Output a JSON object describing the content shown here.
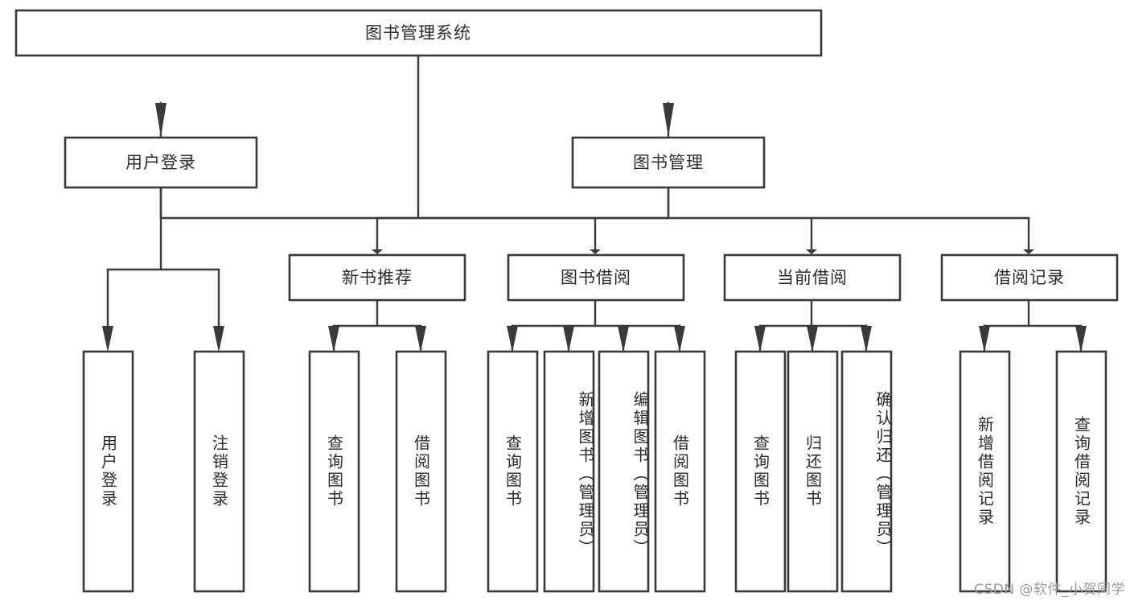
{
  "diagram": {
    "title": "图书管理系统",
    "type": "tree-hierarchy-chart",
    "orientation": "top-down",
    "colors": {
      "box_fill": "#ffffff",
      "box_stroke": "#3a3a3a",
      "text": "#2b2b2b",
      "watermark": "#9a9a9a",
      "background": "#ffffff"
    },
    "root": {
      "label": "图书管理系统"
    },
    "level2": [
      {
        "label": "用户登录"
      },
      {
        "label": "图书管理"
      }
    ],
    "level3": [
      {
        "label": "新书推荐"
      },
      {
        "label": "图书借阅"
      },
      {
        "label": "当前借阅"
      },
      {
        "label": "借阅记录"
      }
    ],
    "leaves": {
      "user_login": [
        {
          "label": "用户登录"
        },
        {
          "label": "注销登录"
        }
      ],
      "new_book_recommend": [
        {
          "label": "查询图书"
        },
        {
          "label": "借阅图书"
        }
      ],
      "book_borrow": [
        {
          "label": "查询图书"
        },
        {
          "label": "新增图书（管理员）"
        },
        {
          "label": "编辑图书（管理员）"
        },
        {
          "label": "借阅图书"
        }
      ],
      "current_borrow": [
        {
          "label": "查询图书"
        },
        {
          "label": "归还图书"
        },
        {
          "label": "确认归还（管理员）"
        }
      ],
      "borrow_record": [
        {
          "label": "新增借阅记录"
        },
        {
          "label": "查询借阅记录"
        }
      ]
    }
  },
  "watermark": {
    "text": "CSDN @软件_小贺同学"
  }
}
